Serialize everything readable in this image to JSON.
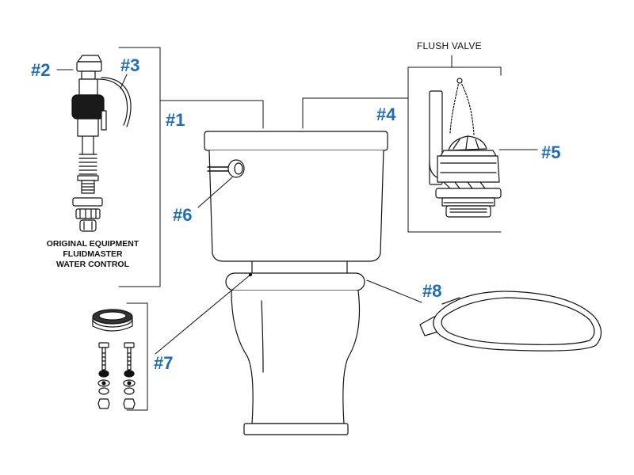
{
  "callouts": {
    "part1": "#1",
    "part2": "#2",
    "part3": "#3",
    "part4": "#4",
    "part5": "#5",
    "part6": "#6",
    "part7": "#7",
    "part8": "#8"
  },
  "captions": {
    "flush_valve": "FLUSH VALVE",
    "fill_valve_line1": "ORIGINAL EQUIPMENT",
    "fill_valve_line2": "FLUIDMASTER",
    "fill_valve_line3": "WATER CONTROL"
  },
  "colors": {
    "callout": "#1e6db4",
    "line": "#111111",
    "background": "#ffffff"
  }
}
